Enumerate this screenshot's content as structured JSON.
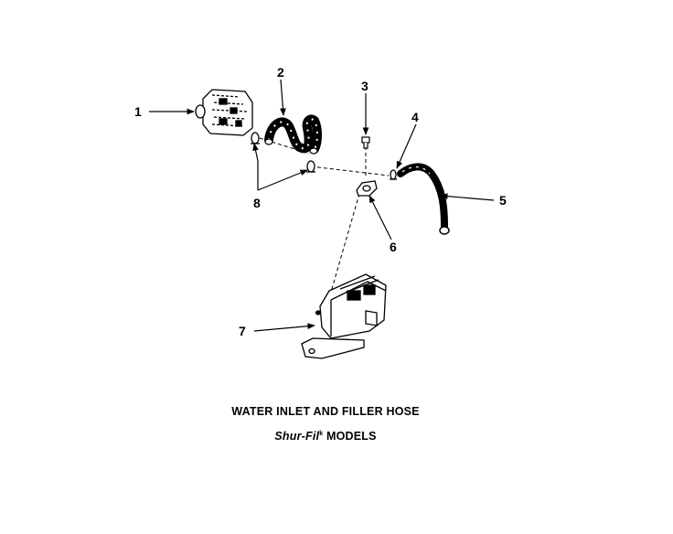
{
  "diagram": {
    "title": "WATER INLET AND FILLER HOSE",
    "subtitle_prefix": "Shur-Fil",
    "subtitle_mark": "k",
    "subtitle_suffix": " MODELS",
    "callouts": [
      {
        "id": "1",
        "label": "1"
      },
      {
        "id": "2",
        "label": "2"
      },
      {
        "id": "3",
        "label": "3"
      },
      {
        "id": "4",
        "label": "4"
      },
      {
        "id": "5",
        "label": "5"
      },
      {
        "id": "6",
        "label": "6"
      },
      {
        "id": "7",
        "label": "7"
      },
      {
        "id": "8",
        "label": "8"
      }
    ]
  }
}
